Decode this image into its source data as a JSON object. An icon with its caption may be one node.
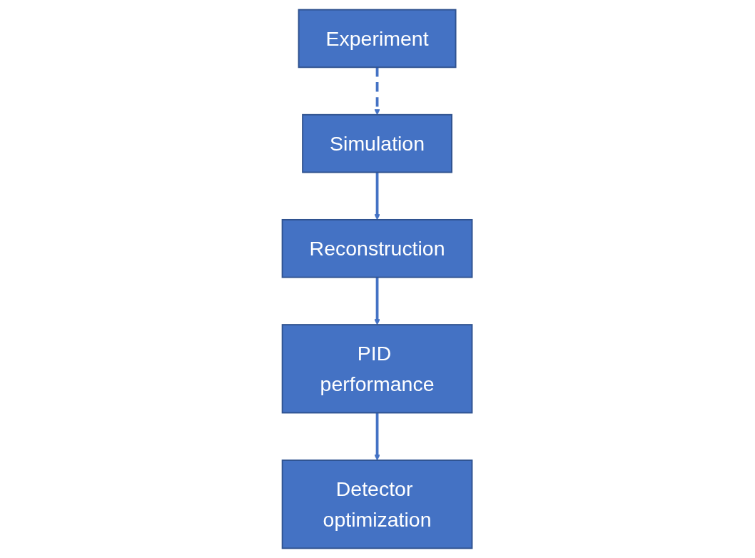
{
  "diagram": {
    "nodes": [
      {
        "text": [
          "Simulation"
        ]
      },
      {
        "text": [
          "Experiment"
        ]
      },
      {
        "text": [
          "Reconstruction"
        ]
      },
      {
        "text": [
          "PID performance"
        ]
      },
      {
        "text": [
          "Detector optimization"
        ]
      }
    ],
    "edges": [
      {
        "from": 1,
        "to": 0,
        "arrow": "to",
        "style": "dashed"
      },
      {
        "from": 0,
        "to": 2,
        "arrow": "to"
      },
      {
        "from": 2,
        "to": 3,
        "arrow": "to"
      },
      {
        "from": 3,
        "to": 4,
        "arrow": "to"
      }
    ]
  }
}
